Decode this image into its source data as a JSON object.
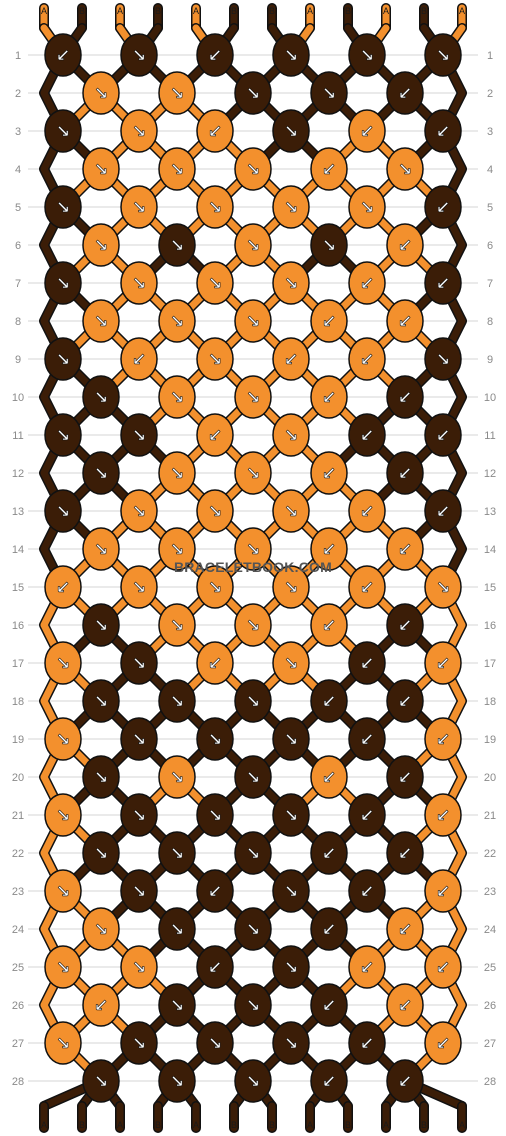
{
  "watermark": "BRACELETBOOK.COM",
  "colors": {
    "A": "#f3902d",
    "B": "#3b1d07",
    "outline": "#111111",
    "arrow": "#ffffff",
    "rowline": "#d6d6d6"
  },
  "string_labels": [
    "A",
    "B",
    "A",
    "B",
    "A",
    "B",
    "B",
    "A",
    "B",
    "A",
    "B",
    "A"
  ],
  "rows": [
    "1",
    "2",
    "3",
    "4",
    "5",
    "6",
    "7",
    "8",
    "9",
    "10",
    "11",
    "12",
    "13",
    "14",
    "15",
    "16",
    "17",
    "18",
    "19",
    "20",
    "21",
    "22",
    "23",
    "24",
    "25",
    "26",
    "27",
    "28"
  ],
  "knot_rows": [
    [
      "BBBBBB",
      "↙↘↙↘↘↘"
    ],
    [
      "AABBBA",
      "↘↘↘↘↙"
    ],
    [
      "BAABAB",
      "↘↘↙↘↙↙"
    ],
    [
      "AAAAA",
      "↘↘↘↙↘"
    ],
    [
      "BAAAAB",
      "↘↘↘↘↘↙"
    ],
    [
      "ABABA",
      "↘↘↘↘↙"
    ],
    [
      "BAAAAB",
      "↘↘↘↘↙↙"
    ],
    [
      "AAAAA",
      "↘↘↘↙↙"
    ],
    [
      "BAAAAB",
      "↘↙↘↙↙↘"
    ],
    [
      "BAAAB",
      "↘↘↘↙↙"
    ],
    [
      "BBAABB",
      "↘↘↙↘↙↙"
    ],
    [
      "BAAAB",
      "↘↘↘↙↙"
    ],
    [
      "BAAAAB",
      "↘↘↘↘↙↙"
    ],
    [
      "AAAAA",
      "↘↘↘↙↙"
    ],
    [
      "AAAAAA",
      "↙↘↘↘↙↘"
    ],
    [
      "BAAAB",
      "↘↘↘↙↙"
    ],
    [
      "ABAABA",
      "↘↘↙↘↙↙"
    ],
    [
      "BBBBB",
      "↘↘↘↙↙"
    ],
    [
      "ABBBBA",
      "↘↘↘↘↙↙"
    ],
    [
      "BABAB",
      "↘↘↘↙↙"
    ],
    [
      "ABBBBA",
      "↘↘↘↘↙↙"
    ],
    [
      "BBBBB",
      "↘↘↘↙↙"
    ],
    [
      "ABBBBA",
      "↘↘↙↘↙↙"
    ],
    [
      "ABBBA",
      "↘↘↘↙↙"
    ],
    [
      "AABBAA",
      "↘↘↙↘↙↙"
    ],
    [
      "ABBBA",
      "↙↘↘↙↙"
    ],
    [
      "ABBBBA",
      "↘↘↘↘↙↙"
    ],
    [
      "BBBBB",
      "↘↘↘↙↙"
    ]
  ]
}
